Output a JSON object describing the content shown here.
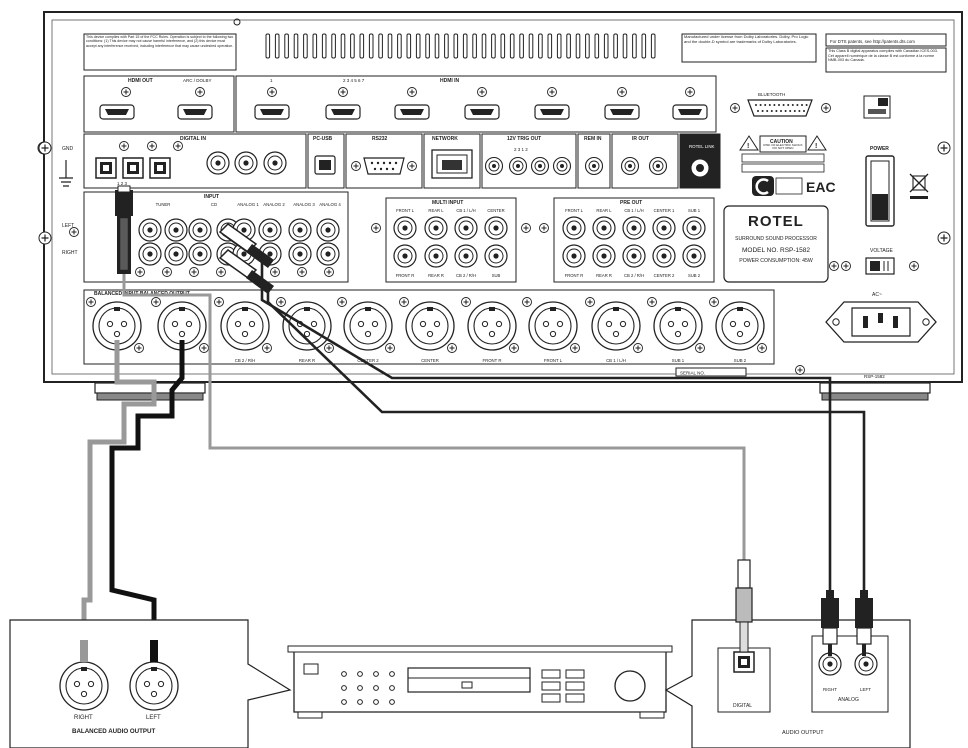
{
  "panel": {
    "notice_fcc": "This device complies with Part 15 of the FCC Rules. Operation is subject to the following two conditions: (1) This device may not cause harmful interference, and (2) this device must accept any interference received, including interference that may cause undesired operation.",
    "notice_dolby": "Manufactured under license from Dolby Laboratories. Dolby, Pro Logic and the double-D symbol are trademarks of Dolby Laboratories.",
    "notice_dts": "For DTS patents, see http://patents.dts.com",
    "notice_canada": "This Class B digital apparatus complies with Canadian ICES-003. Cet appareil numérique de la classe B est conforme à la norme NMB-003 du Canada.",
    "hdmi_out_label": "HDMI OUT",
    "hdmi_out_sub": "ARC / DOLBY",
    "hdmi_in_label": "HDMI IN",
    "hdmi_in_num_1": "1",
    "hdmi_in_nums": "2  3  4  5  6  7",
    "bluetooth_label": "BLUETOOTH",
    "optical_label": "DIGITAL IN",
    "optical_nums": "1  2  3",
    "pc_usb_label": "PC-USB",
    "rs232_label": "RS232",
    "network_label": "NETWORK",
    "trig_label": "12V TRIG OUT",
    "trig_nums": "2  3  1  2",
    "rem_label": "REM IN",
    "ir_label": "IR OUT",
    "rotel_link_label": "ROTEL LINK",
    "gnd_label": "GND",
    "input_label": "INPUT",
    "input_cols": [
      "TUNER",
      "CD",
      "ANALOG 1",
      "ANALOG 2",
      "ANALOG 3",
      "ANALOG 4"
    ],
    "left_label": "LEFT",
    "right_label": "RIGHT",
    "multi_input_label": "MULTI INPUT",
    "multi_top": [
      "FRONT L",
      "REAR L",
      "CB 1 / L/H",
      "CENTER"
    ],
    "multi_bot": [
      "FRONT R",
      "REAR R",
      "CB 2 / R/H",
      "SUB"
    ],
    "preout_label": "PRE OUT",
    "pre_top": [
      "FRONT L",
      "REAR L",
      "CB 1 / L/H",
      "CENTER 1",
      "SUB 1"
    ],
    "pre_bot": [
      "FRONT R",
      "REAR R",
      "CB 2 / R/H",
      "CENTER 2",
      "SUB 2"
    ],
    "caution_title": "CAUTION",
    "caution_text": "RISK OF ELECTRIC SHOCK DO NOT OPEN",
    "brand": "ROTEL",
    "model_desc": "SURROUND SOUND PROCESSOR",
    "model_no": "MODEL NO. RSP-1582",
    "power_consumption": "POWER CONSUMPTION: 45W",
    "power_label": "POWER",
    "voltage_label": "VOLTAGE",
    "ac_label": "AC~",
    "balanced_label": "BALANCED INPUT  BALANCED OUTPUT",
    "xlr_labels": [
      "",
      "",
      "CB 2 / R/H",
      "REAR R",
      "CENTER 2",
      "CENTER",
      "FRONT R",
      "FRONT L",
      "CB 1 / L/H",
      "SUB 1",
      "SUB 2"
    ],
    "serial_label": "SERIAL NO.",
    "model_code": "RSP-1582"
  },
  "source": {
    "balanced_right": "RIGHT",
    "balanced_left": "LEFT",
    "balanced_caption": "BALANCED AUDIO OUTPUT",
    "digital_label": "DIGITAL",
    "analog_r": "RIGHT",
    "analog_l": "LEFT",
    "analog_caption": "ANALOG",
    "audio_output_caption": "AUDIO OUTPUT"
  }
}
